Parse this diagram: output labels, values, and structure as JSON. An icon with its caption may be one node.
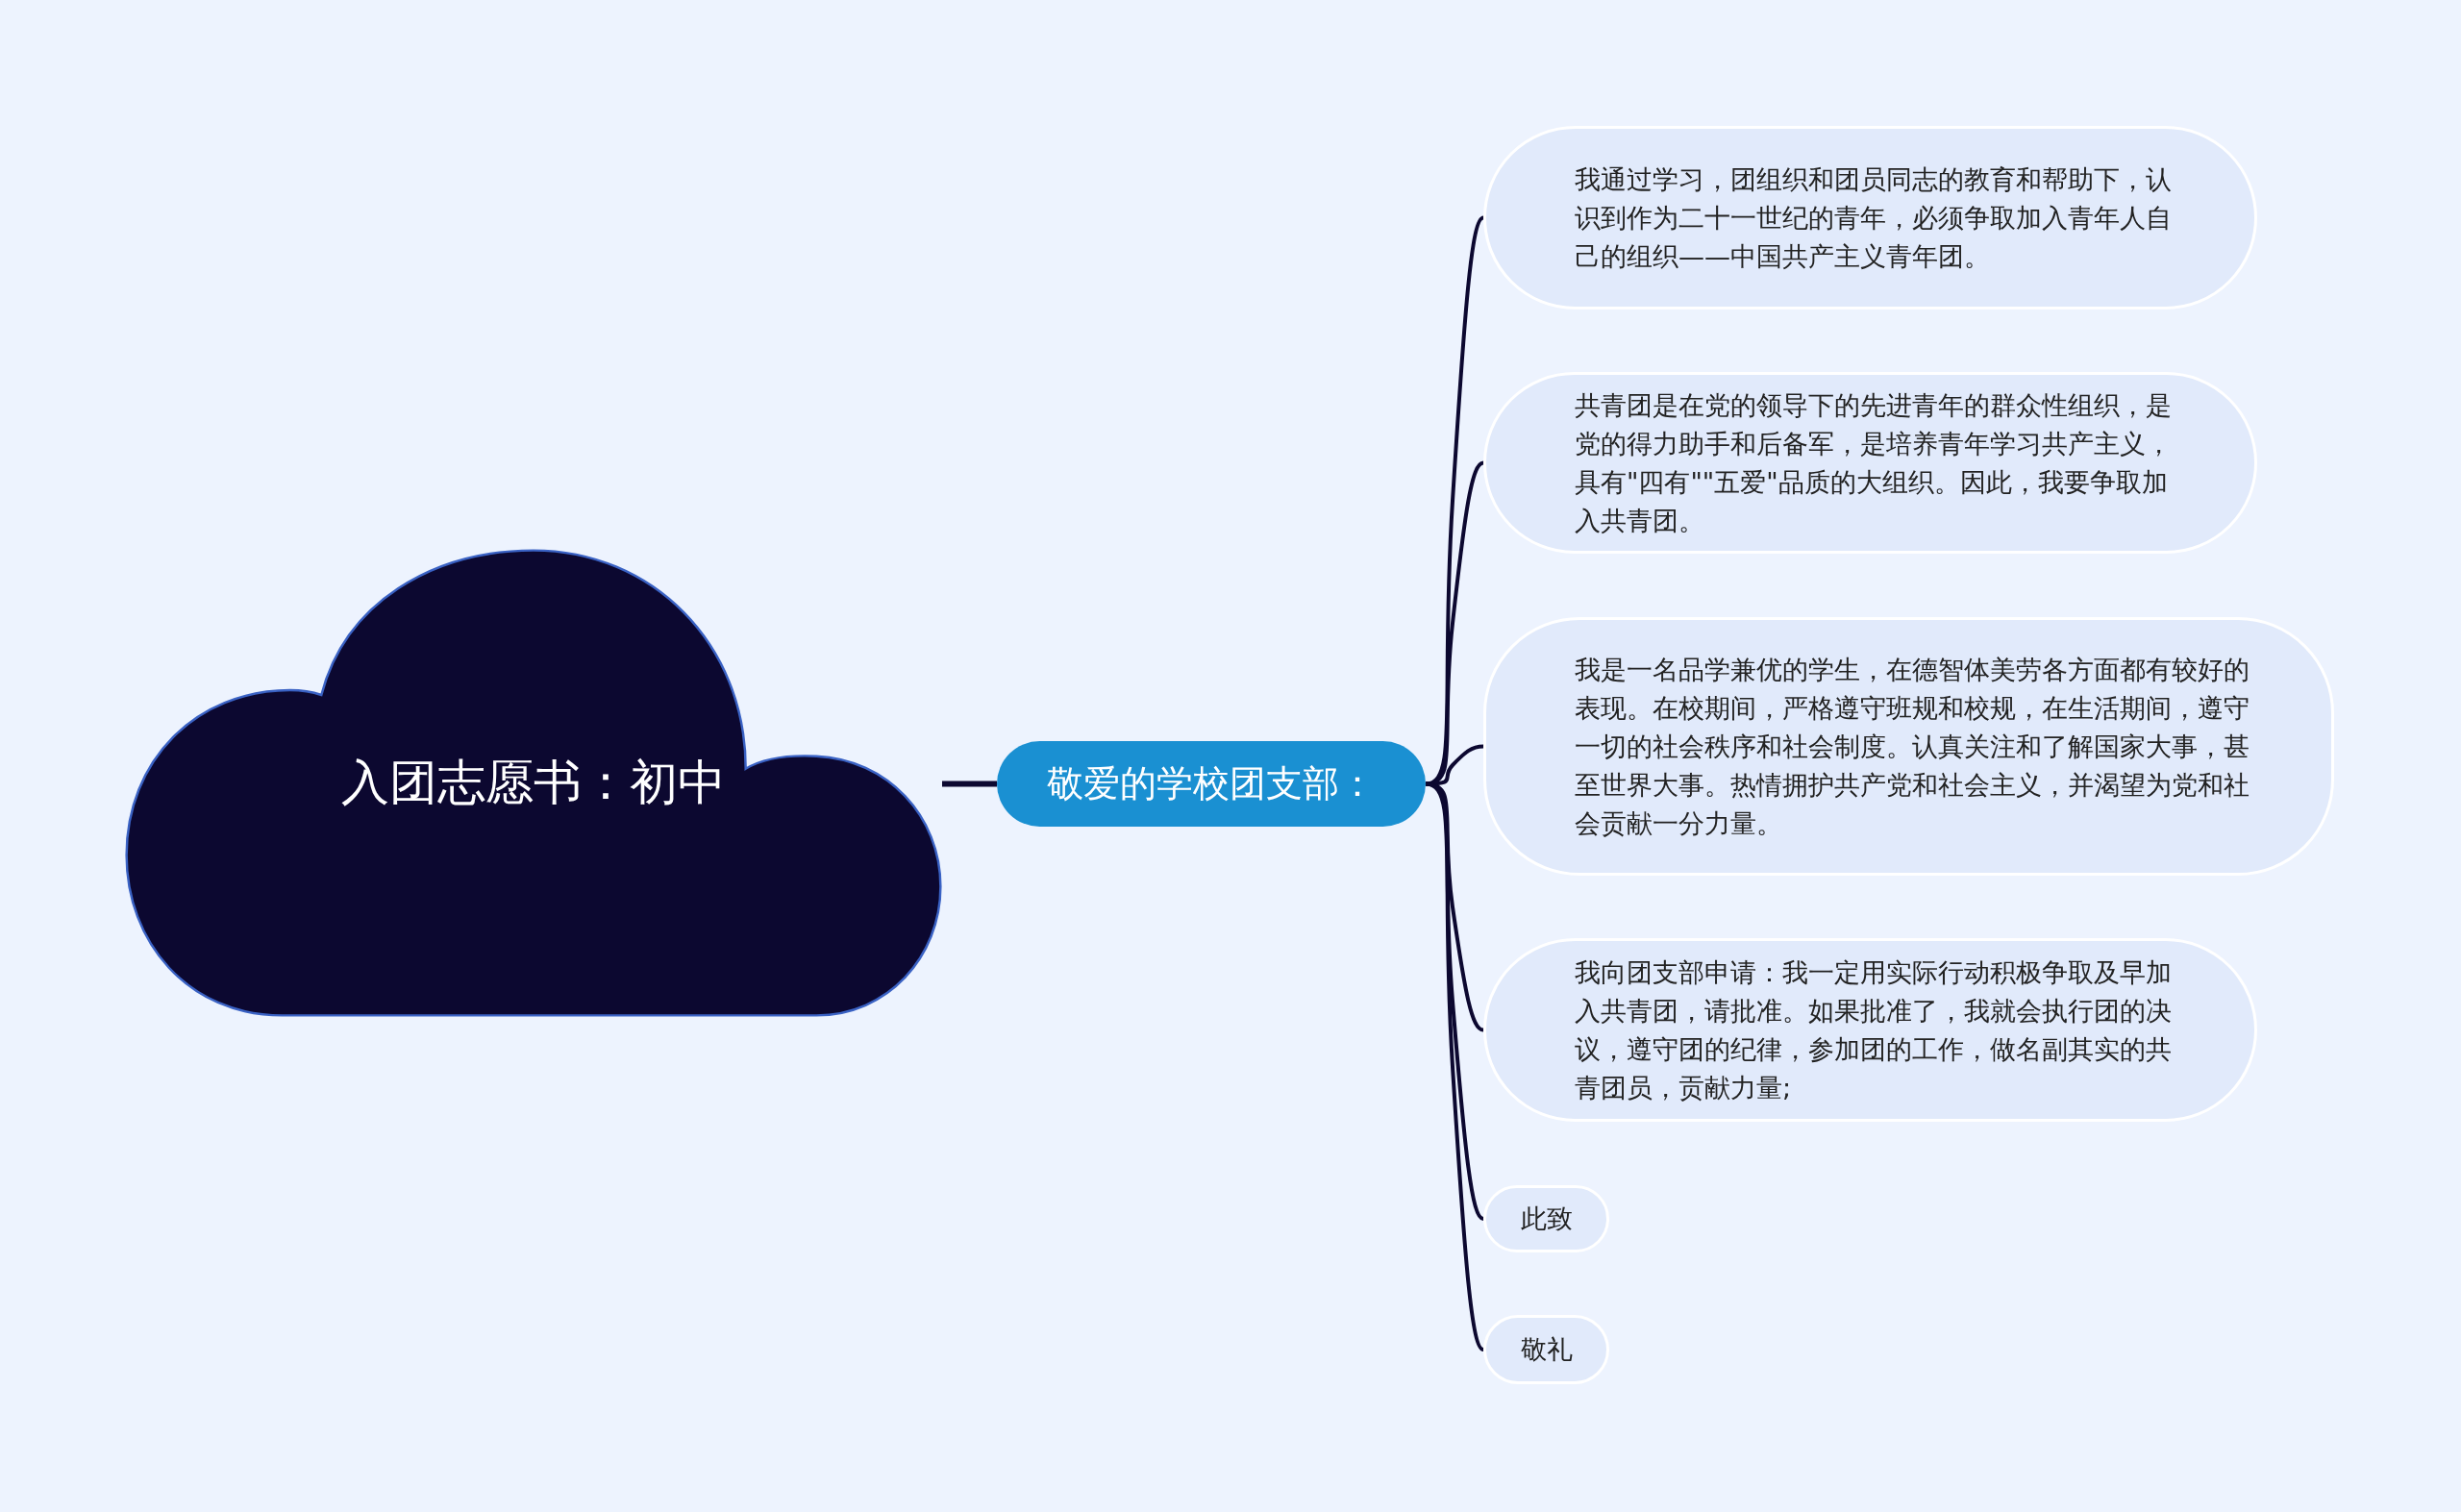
{
  "diagram": {
    "nodes": [
      {
        "text": [
          "入团志愿书：初中"
        ]
      },
      {
        "text": [
          "敬爱的学校团支部："
        ]
      },
      {
        "text": [
          "我通过学习，团组织和团员同志的教育和帮助下，认识到作为二十一世纪的青年，必须争取加入青年人自己的组织——中国共产主义青年团。"
        ]
      },
      {
        "text": [
          "共青团是在党的领导下的先进青年的群众性组织，是党的得力助手和后备军，是培养青年学习共产主义，具有\"四有\"\"五爱\"品质的大组织。因此，我要争取加入共青团。"
        ]
      },
      {
        "text": [
          "我是一名品学兼优的学生，在德智体美劳各方面都有较好的表现。在校期间，严格遵守班规和校规，在生活期间，遵守一切的社会秩序和社会制度。认真关注和了解国家大事，甚至世界大事。热情拥护共产党和社会主义，并渴望为党和社会贡献一分力量。"
        ]
      },
      {
        "text": [
          "我向团支部申请：我一定用实际行动积极争取及早加入共青团，请批准。如果批准了，我就会执行团的决议，遵守团的纪律，参加团的工作，做名副其实的共青团员，贡献力量;"
        ]
      },
      {
        "text": [
          "此致"
        ]
      },
      {
        "text": [
          "敬礼"
        ]
      }
    ],
    "edges": [
      {
        "from": 0,
        "to": 1,
        "arrow": "none"
      },
      {
        "from": 1,
        "to": 2,
        "arrow": "none"
      },
      {
        "from": 1,
        "to": 3,
        "arrow": "none"
      },
      {
        "from": 1,
        "to": 4,
        "arrow": "none"
      },
      {
        "from": 1,
        "to": 5,
        "arrow": "none"
      },
      {
        "from": 1,
        "to": 6,
        "arrow": "none"
      },
      {
        "from": 1,
        "to": 7,
        "arrow": "none"
      }
    ]
  }
}
